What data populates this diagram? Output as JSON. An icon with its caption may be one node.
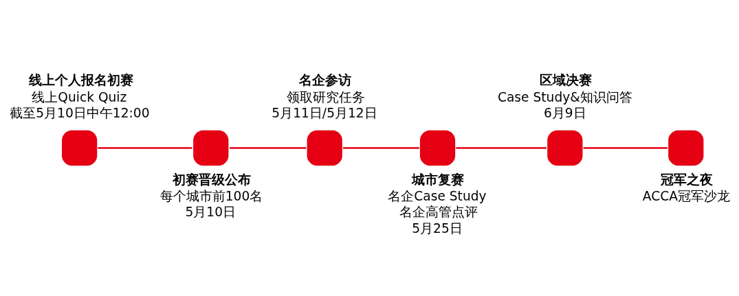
{
  "diagram": {
    "nodes": [
      {
        "text": [
          "线上个人报名初赛",
          "线上Quick Quiz",
          "截至5月10日中午12:00"
        ]
      },
      {
        "text": [
          "初赛晋级公布",
          "每个城市前100名",
          "5月10日"
        ]
      },
      {
        "text": [
          "名企参访",
          "领取研究任务",
          "5月11日/5月12日"
        ]
      },
      {
        "text": [
          "城市复赛",
          "名企Case Study",
          "名企高管点评",
          "5月25日"
        ]
      },
      {
        "text": [
          "区域决赛",
          "Case Study&知识问答",
          "6月9日"
        ]
      },
      {
        "text": [
          "冠军之夜",
          "ACCA冠军沙龙"
        ]
      }
    ],
    "edges": [
      {
        "from": 0,
        "to": 1,
        "arrow": "none"
      },
      {
        "from": 1,
        "to": 2,
        "arrow": "none"
      },
      {
        "from": 2,
        "to": 3,
        "arrow": "none"
      },
      {
        "from": 3,
        "to": 4,
        "arrow": "none"
      },
      {
        "from": 4,
        "to": 5,
        "arrow": "none"
      }
    ]
  }
}
